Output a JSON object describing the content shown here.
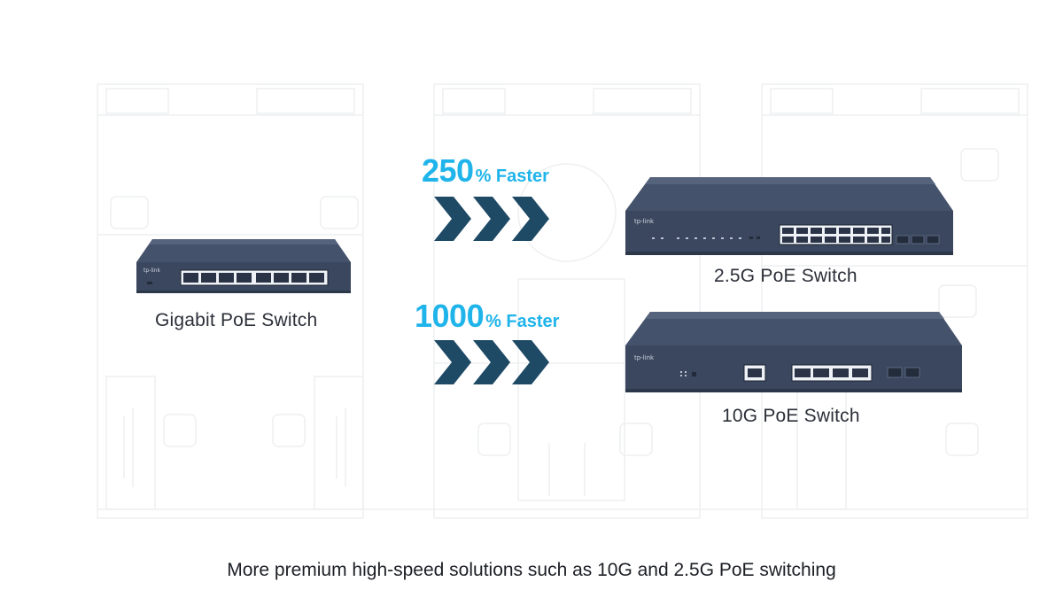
{
  "devices": {
    "gigabit": {
      "label": "Gigabit PoE Switch",
      "icon": "gigabit-poe-switch-icon"
    },
    "g25": {
      "label": "2.5G PoE Switch",
      "icon": "2-5g-poe-switch-icon"
    },
    "g10": {
      "label": "10G PoE Switch",
      "icon": "10g-poe-switch-icon"
    }
  },
  "speeds": [
    {
      "number": "250",
      "suffix": "% Faster"
    },
    {
      "number": "1000",
      "suffix": "% Faster"
    }
  ],
  "caption": "More premium high-speed solutions such as 10G and 2.5G PoE switching",
  "colors": {
    "accent": "#1fb4ea",
    "arrow": "#1e4a66",
    "switch_body": "#3d4a60",
    "switch_top": "#4b5872",
    "text": "#2b2f38"
  }
}
